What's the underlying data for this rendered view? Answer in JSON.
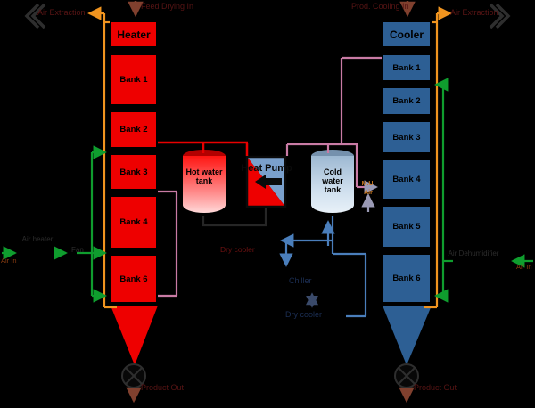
{
  "towers": {
    "left": {
      "title": "Heater",
      "banks": [
        "Bank 1",
        "Bank 2",
        "Bank 3",
        "Bank 4",
        "Bank 6"
      ]
    },
    "right": {
      "title": "Cooler",
      "banks": [
        "Bank 1",
        "Bank 2",
        "Bank 3",
        "Bank 4",
        "Bank 5",
        "Bank 6"
      ]
    }
  },
  "tanks": {
    "hot": "Hot water tank",
    "cold": "Cold water tank"
  },
  "heat_pump": {
    "label": "Heat Pump"
  },
  "streams": {
    "air_extraction_left": "Air Extraction",
    "air_extraction_right": "Air Extraction",
    "feed_in": "Feed Drying In",
    "prod_in": "Prod. Cooling In",
    "product_out_left": "Product Out",
    "product_out_right": "Product Out",
    "air_in_left": "Air In",
    "air_in_right": "Air In",
    "air_heater": "Air heater",
    "fan": "Fan",
    "air_dehumidifier": "Air Dehumidifier",
    "mu_air": "M.U. Air",
    "dry_cooler_hot": "Dry cooler",
    "chiller": "Chiller",
    "dry_cooler_cold": "Dry cooler"
  },
  "colors": {
    "heater_red": "#ee0000",
    "cooler_blue": "#2d5f94",
    "fresh_air_green": "#0f9d2e",
    "exhaust_orange": "#f0941f",
    "hot_water_red": "#e80000",
    "cold_water_blue": "#4a7ebb",
    "condenser_pink": "#c97ba5",
    "feed_brown": "#80402e"
  }
}
